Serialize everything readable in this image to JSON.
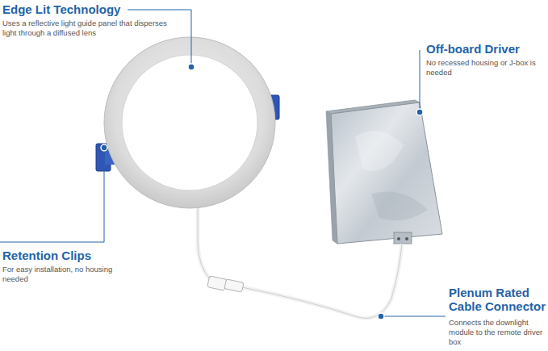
{
  "diagram": {
    "labels": [
      "Edge Lit Technology",
      "Uses a reflective light guide panel that disperses light through a diffused lens",
      "Off-board Driver",
      "No recessed housing or J-box is needed",
      "Retention Clips",
      "For easy installation, no housing needed",
      "Plenum Rated Cable Connector",
      "Connects the downlight module to the remote driver box"
    ]
  }
}
